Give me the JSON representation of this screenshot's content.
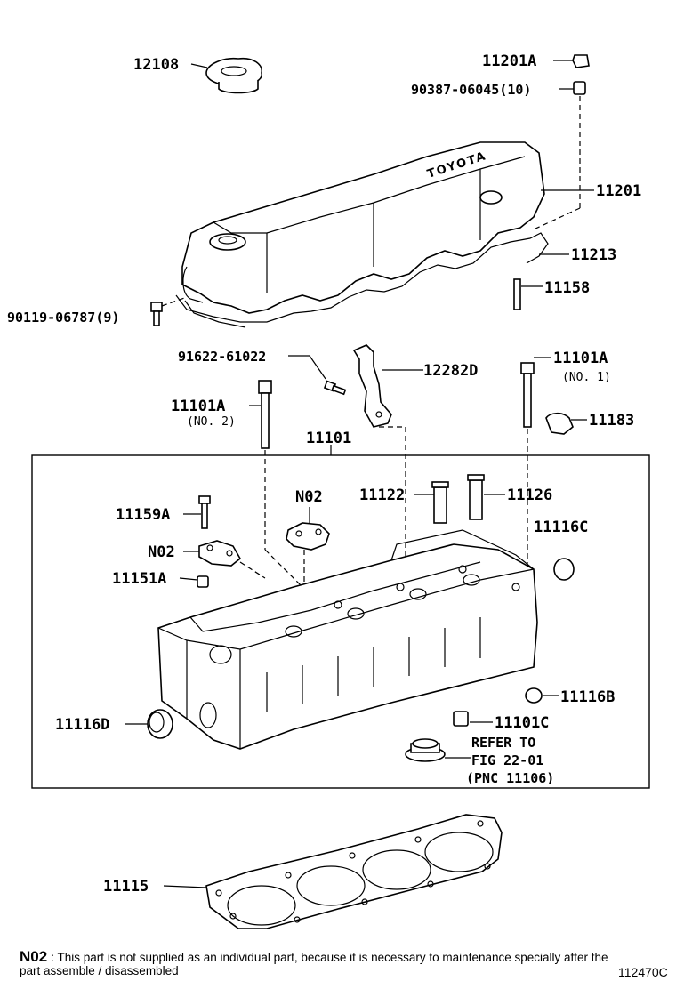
{
  "labels": {
    "p12108": "12108",
    "p11201A": "11201A",
    "p90387": "90387-06045(10)",
    "p11201": "11201",
    "p11213": "11213",
    "p11158": "11158",
    "p90119": "90119-06787(9)",
    "p91622": "91622-61022",
    "p12282D": "12282D",
    "p11101A_1": "11101A",
    "p11101A_1_sub": "(NO. 1)",
    "p11101A_2": "11101A",
    "p11101A_2_sub": "(NO. 2)",
    "p11183": "11183",
    "p11101": "11101",
    "pN02_a": "N02",
    "p11122": "11122",
    "p11126": "11126",
    "p11159A": "11159A",
    "pN02_b": "N02",
    "p11116C": "11116C",
    "p11151A": "11151A",
    "p11116B": "11116B",
    "p11116D": "11116D",
    "p11101C": "11101C",
    "refer_1": "REFER TO",
    "refer_2": "FIG 22-01",
    "refer_3": "(PNC 11106)",
    "p11115": "11115",
    "cover_brand": "TOYOTA"
  },
  "footnote": {
    "code": "N02",
    "text": ": This part is not supplied as an individual part, because it is necessary to maintenance specially after the part assemble / disassembled"
  },
  "figure_id": "112470C"
}
